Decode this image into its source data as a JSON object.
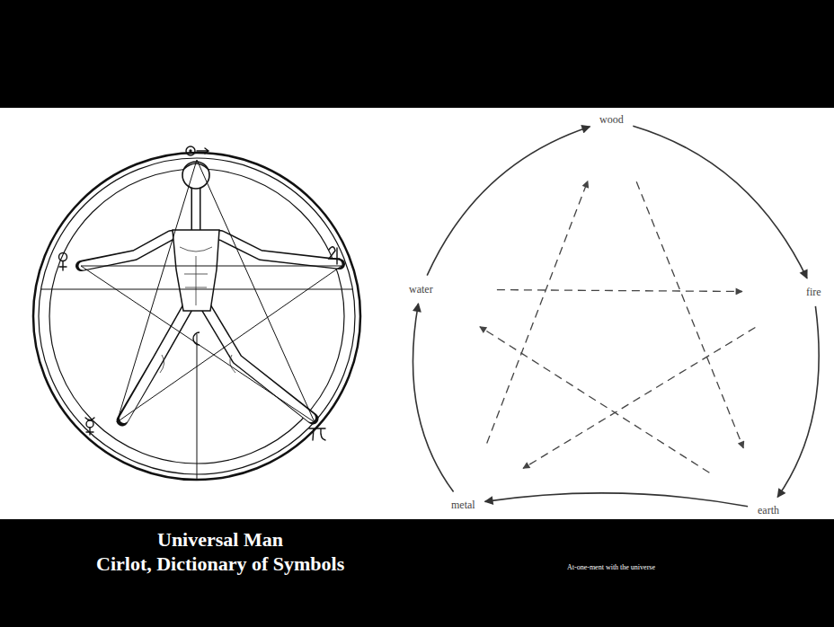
{
  "diagram": {
    "nodes": [
      {
        "text": [
          "wood"
        ]
      },
      {
        "text": [
          "fire"
        ]
      },
      {
        "text": [
          "earth"
        ]
      },
      {
        "text": [
          "metal"
        ]
      },
      {
        "text": [
          "water"
        ]
      }
    ],
    "edges": [
      {
        "from": 0,
        "to": 1,
        "arrow": "to"
      },
      {
        "from": 1,
        "to": 2,
        "arrow": "to"
      },
      {
        "from": 2,
        "to": 3,
        "arrow": "to"
      },
      {
        "from": 3,
        "to": 4,
        "arrow": "to"
      },
      {
        "from": 4,
        "to": 0,
        "arrow": "to"
      },
      {
        "from": 0,
        "to": 2,
        "arrow": "to"
      },
      {
        "from": 2,
        "to": 4,
        "arrow": "to"
      },
      {
        "from": 4,
        "to": 1,
        "arrow": "to"
      },
      {
        "from": 1,
        "to": 3,
        "arrow": "to"
      },
      {
        "from": 3,
        "to": 0,
        "arrow": "to"
      }
    ],
    "labels": [
      "Universal Man",
      "Cirlot, Dictionary of Symbols",
      "At-one-ment with the universe"
    ]
  }
}
